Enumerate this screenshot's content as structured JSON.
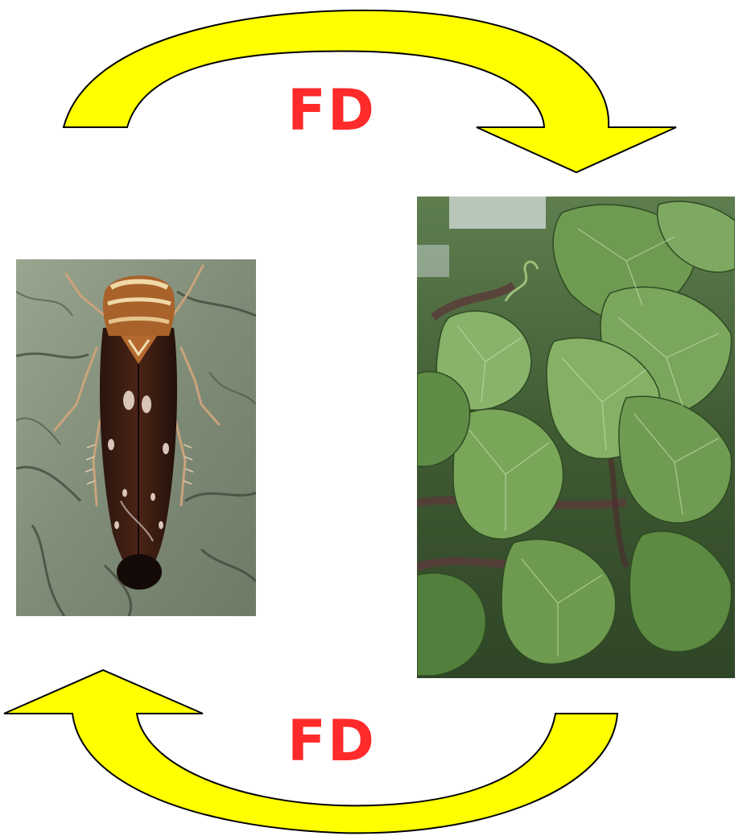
{
  "labels": {
    "top": "FD",
    "bottom": "FD"
  },
  "colors": {
    "arrow_fill": "#ffff00",
    "arrow_stroke": "#000000",
    "label_color": "#ff2b2b",
    "background": "#ffffff"
  },
  "images": {
    "left": "leafhopper-insect-photo",
    "right": "grapevine-leaves-photo"
  },
  "arrows": {
    "top": "curved-arrow-left-to-right",
    "bottom": "curved-arrow-right-to-left"
  }
}
